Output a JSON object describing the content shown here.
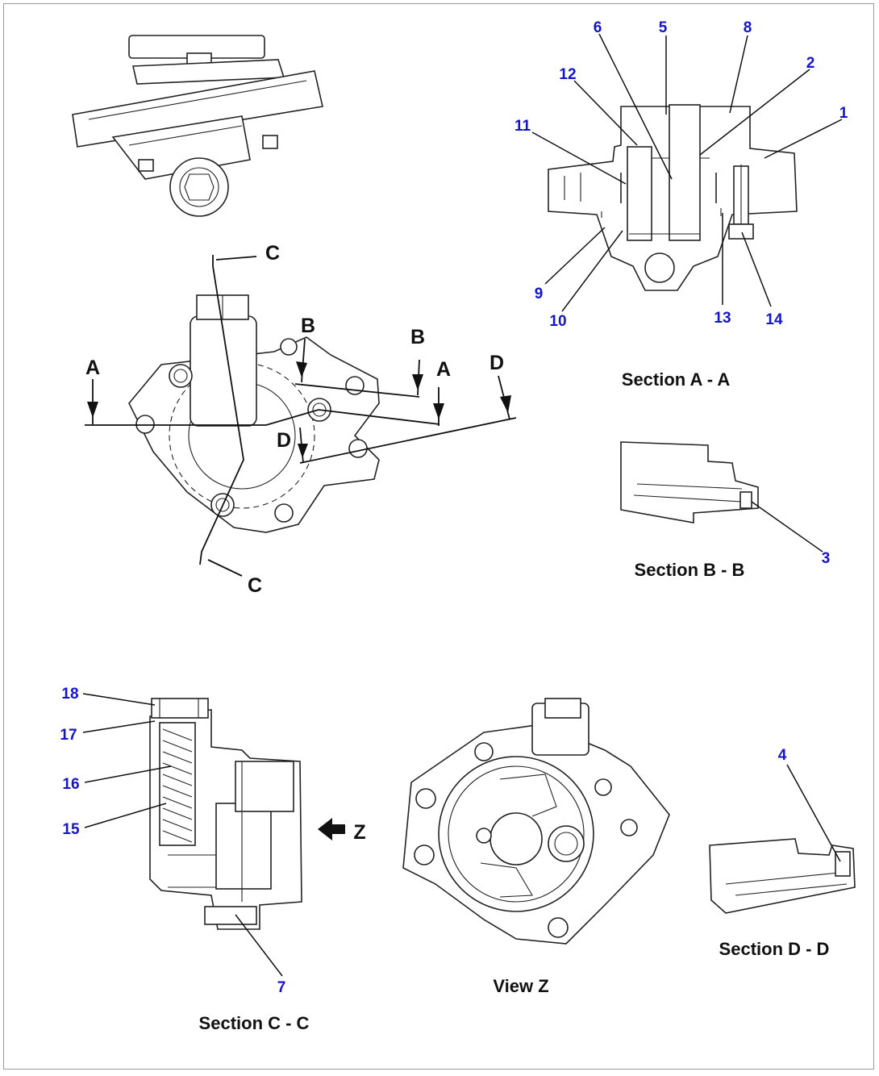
{
  "captions": {
    "section_aa": "Section A - A",
    "section_bb": "Section B - B",
    "section_cc": "Section C - C",
    "section_dd": "Section D - D",
    "view_z": "View Z"
  },
  "cut_labels": {
    "a": "A",
    "b": "B",
    "c": "C",
    "d": "D",
    "z": "Z"
  },
  "callouts": [
    "1",
    "2",
    "3",
    "4",
    "5",
    "6",
    "7",
    "8",
    "9",
    "10",
    "11",
    "12",
    "13",
    "14",
    "15",
    "16",
    "17",
    "18"
  ],
  "colors": {
    "callout": "#1414c8",
    "line": "#222222",
    "frame": "#9a9a9a"
  },
  "icons": {
    "view_arrow": "arrow-left-icon"
  }
}
